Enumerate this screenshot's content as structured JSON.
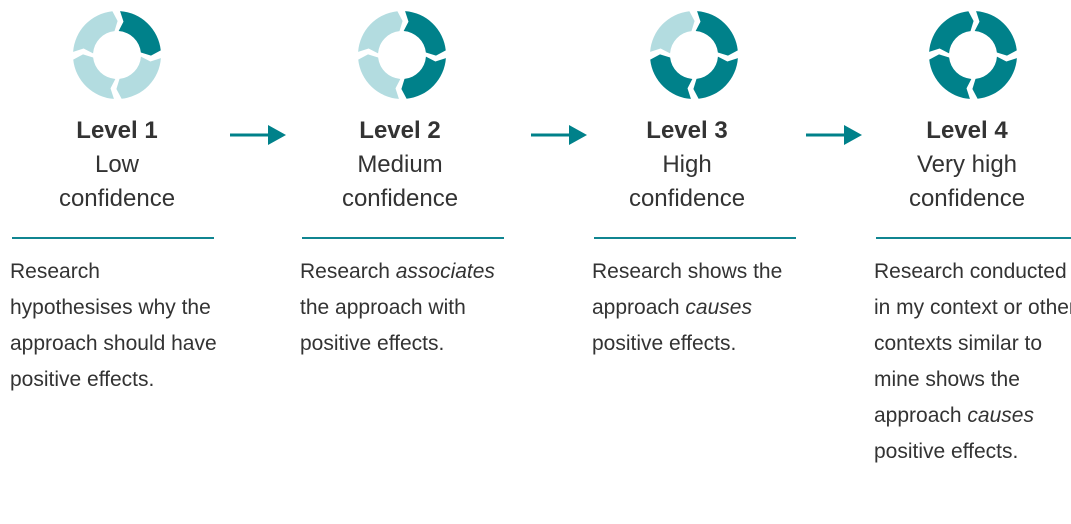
{
  "colors": {
    "accent": "#00818a",
    "accent_light": "#b3dce0",
    "rule": "#108591",
    "text": "#333333"
  },
  "levels": [
    {
      "title": "Level 1",
      "confidence": [
        "Low",
        "confidence"
      ],
      "filled_segments": 1,
      "description": [
        {
          "text": "Research hypothesises why the approach should have positive effects.",
          "italic": false
        }
      ]
    },
    {
      "title": "Level 2",
      "confidence": [
        "Medium",
        "confidence"
      ],
      "filled_segments": 2,
      "description": [
        {
          "text": "Research ",
          "italic": false
        },
        {
          "text": "associates",
          "italic": true
        },
        {
          "text": " the approach with positive effects.",
          "italic": false
        }
      ]
    },
    {
      "title": "Level 3",
      "confidence": [
        "High",
        "confidence"
      ],
      "filled_segments": 3,
      "description": [
        {
          "text": "Research shows the approach ",
          "italic": false
        },
        {
          "text": "causes",
          "italic": true
        },
        {
          "text": " positive effects.",
          "italic": false
        }
      ]
    },
    {
      "title": "Level 4",
      "confidence": [
        "Very high",
        "confidence"
      ],
      "filled_segments": 4,
      "description": [
        {
          "text": "Research conducted in my context or other contexts similar to mine shows the approach ",
          "italic": false
        },
        {
          "text": "causes",
          "italic": true
        },
        {
          "text": " positive effects.",
          "italic": false
        }
      ]
    }
  ],
  "arrow_icon": "right-arrow-icon",
  "ring_icon": "cycle-ring-icon"
}
